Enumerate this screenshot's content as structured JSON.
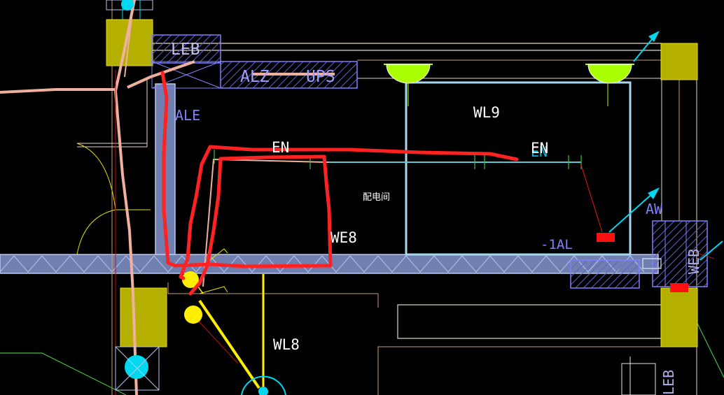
{
  "labels": {
    "leb": "LEB",
    "alz": "ALZ",
    "ups": "UPS",
    "ale": "ALE",
    "wl9": "WL9",
    "en_left": "EN",
    "en_right": "EN",
    "en_right_shadow": "EN",
    "room_name": "配电间",
    "we8": "WE8",
    "minus_1al": "-1AL",
    "aw": "AW",
    "web_right": "WEB",
    "wl8": "WL8",
    "leb_bottom": "LEB"
  },
  "colors": {
    "background": "#000000",
    "wall_fill": "#6f7fb0",
    "wall_outline": "#b9c8f0",
    "column": "#b5b000",
    "lamp": "#aaff00",
    "red_markup": "#ff2222",
    "cable_pink": "#f0b0a0",
    "cyan": "#00d8f0",
    "yellow": "#ffee00",
    "light_blue": "#a8d8f0",
    "label_white": "#ffffff",
    "label_blue": "#8080ff"
  }
}
